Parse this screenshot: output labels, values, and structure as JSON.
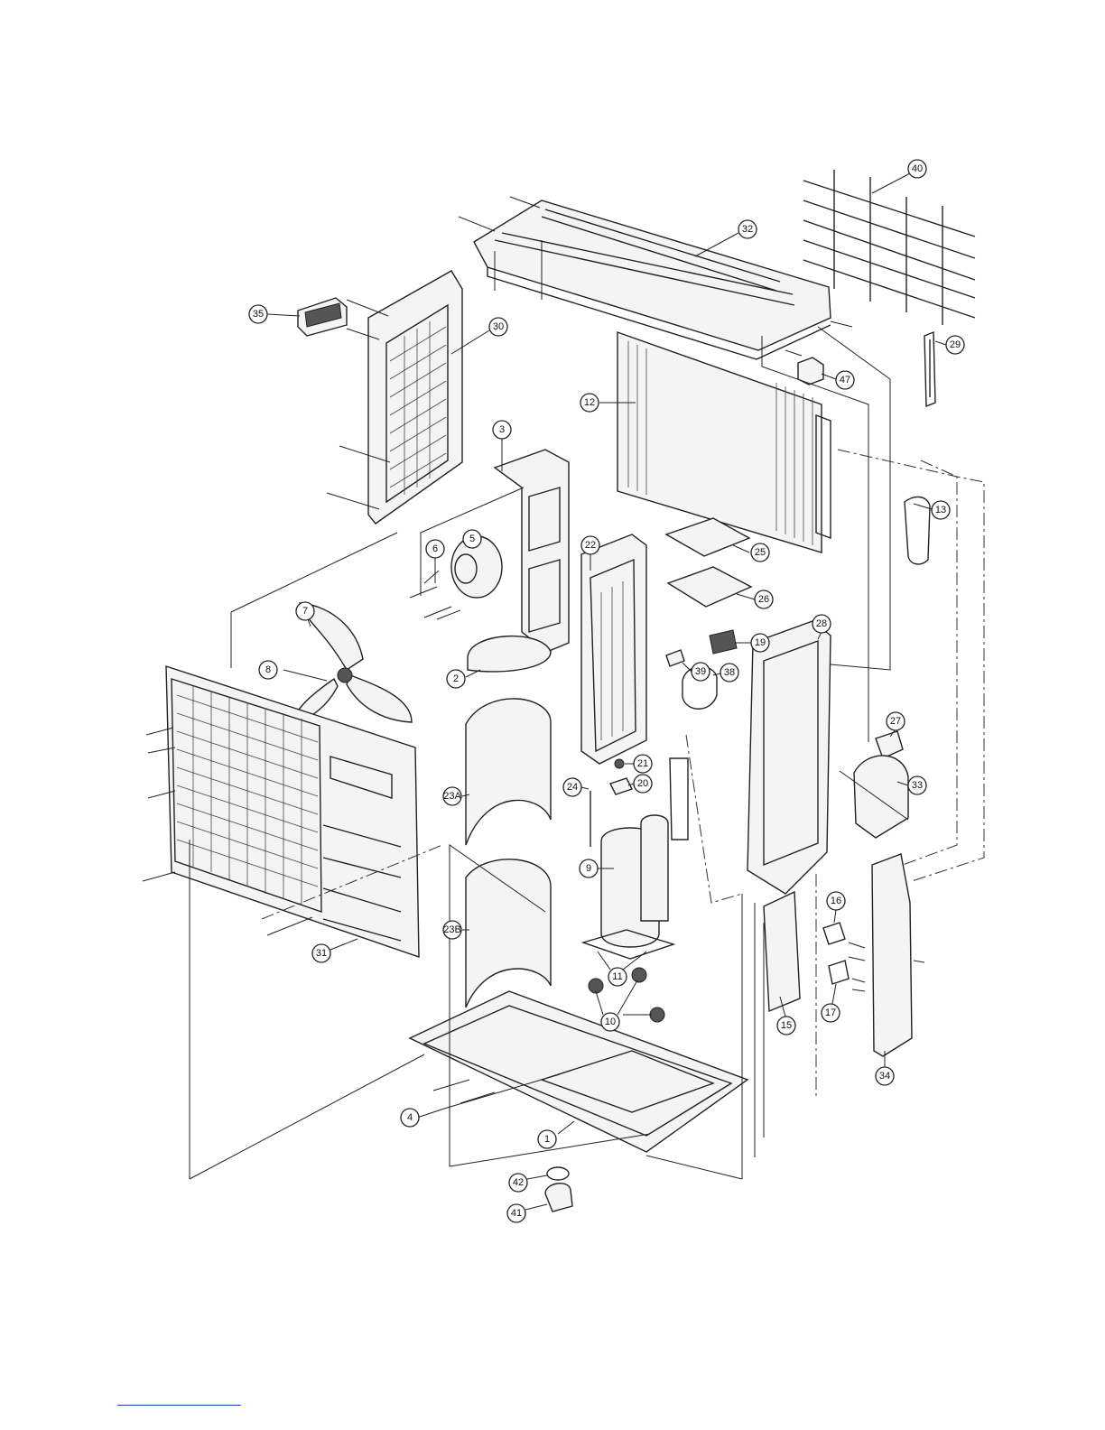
{
  "diagram": {
    "callouts": {
      "c1": "1",
      "c2": "2",
      "c3": "3",
      "c4": "4",
      "c5": "5",
      "c6": "6",
      "c7": "7",
      "c8": "8",
      "c9": "9",
      "c10": "10",
      "c11": "11",
      "c12": "12",
      "c13": "13",
      "c15": "15",
      "c16": "16",
      "c17": "17",
      "c19": "19",
      "c20": "20",
      "c21": "21",
      "c22": "22",
      "c23a": "23A",
      "c23b": "23B",
      "c24": "24",
      "c25": "25",
      "c26": "26",
      "c27": "27",
      "c28": "28",
      "c29": "29",
      "c30": "30",
      "c31": "31",
      "c32": "32",
      "c33": "33",
      "c34": "34",
      "c35": "35",
      "c38": "38",
      "c39": "39",
      "c40": "40",
      "c41": "41",
      "c42": "42",
      "c47": "47"
    }
  }
}
